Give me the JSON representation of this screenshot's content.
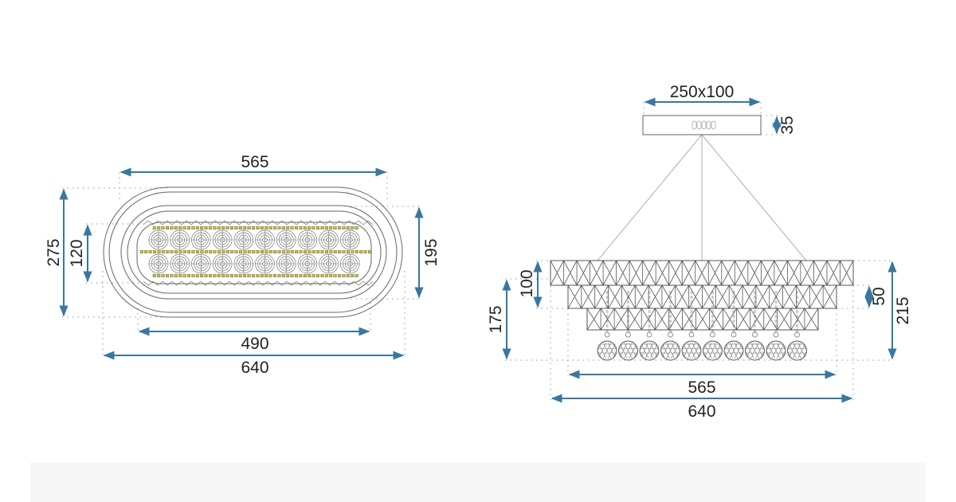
{
  "colors": {
    "arrow": "#3a77a0",
    "led": "#c9c42a",
    "line": "#666666"
  },
  "top_view": {
    "outer_length": "565",
    "outer_height": "275",
    "inner_height": "120",
    "band_height": "195",
    "inner_length": "490",
    "total_length": "640",
    "crystal_rows": 2,
    "crystals_per_row": 10
  },
  "side_view": {
    "canopy_size": "250x100",
    "canopy_height": "35",
    "tier_height": "100",
    "body_height": "175",
    "lower_tier_height": "50",
    "total_height": "215",
    "mid_length": "565",
    "total_length": "640",
    "pendants": 10
  }
}
